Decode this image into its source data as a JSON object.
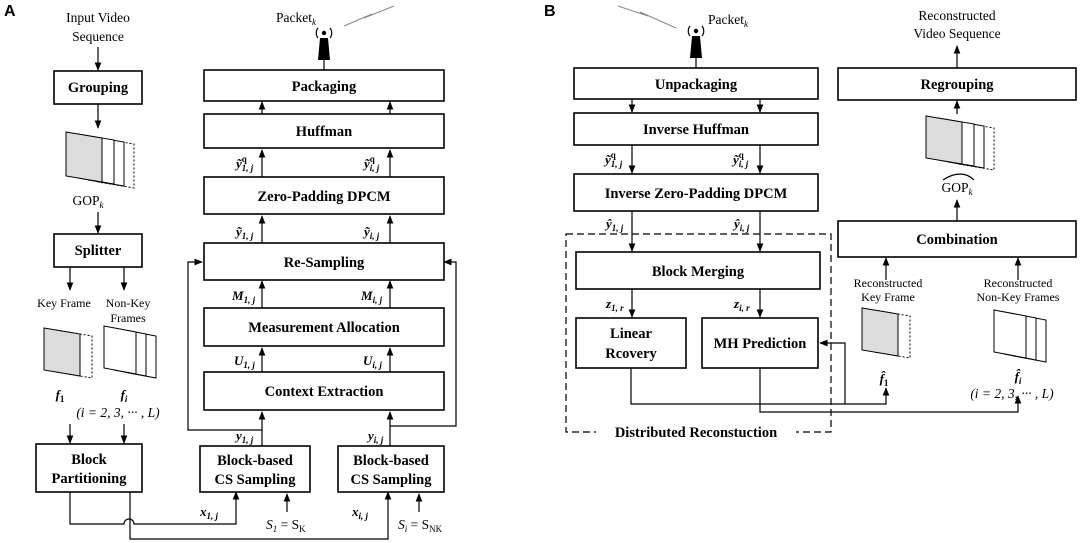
{
  "panel_a": {
    "label": "A",
    "input": [
      "Input Video",
      "Sequence"
    ],
    "grouping": "Grouping",
    "gop": "GOP",
    "gop_sub": "k",
    "splitter": "Splitter",
    "key_frame": "Key Frame",
    "nonkey_frames": [
      "Non-Key",
      "Frames"
    ],
    "f1": "f",
    "f1_sub": "1",
    "fi": "f",
    "fi_sub": "i",
    "index_range": "(i = 2, 3, ··· , L)",
    "block_partitioning": [
      "Block",
      "Partitioning"
    ],
    "cs_sampling_1": [
      "Block-based",
      "CS Sampling"
    ],
    "cs_sampling_i": [
      "Block-based",
      "CS Sampling"
    ],
    "x1": "x",
    "x1_sub": "1, j",
    "xi": "x",
    "xi_sub": "i, j",
    "s1": "S",
    "s1_sub": "1",
    "s1_eq": " = S",
    "s1_eq_sub": "K",
    "si": "S",
    "si_sub": "i",
    "si_eq": " = S",
    "si_eq_sub": "NK",
    "y1": "y",
    "y1_sub": "1, j",
    "yi": "y",
    "yi_sub": "i, j",
    "context_extraction": "Context Extraction",
    "u1": "U",
    "u1_sub": "1, j",
    "ui": "U",
    "ui_sub": "i, j",
    "measurement_allocation": "Measurement Allocation",
    "m1": "M",
    "m1_sub": "1, j",
    "mi": "M",
    "mi_sub": "i, j",
    "resampling": "Re-Sampling",
    "yt1": "ỹ",
    "yt1_sub": "1, j",
    "yti": "ỹ",
    "yti_sub": "i, j",
    "zero_padding_dpcm": "Zero-Padding DPCM",
    "ytq1": "ỹ",
    "ytq1_sup": "q",
    "ytq1_sub": "1, j",
    "ytqi": "ỹ",
    "ytqi_sup": "q",
    "ytqi_sub": "i, j",
    "huffman": "Huffman",
    "packaging": "Packaging",
    "packet": "Packet",
    "packet_sub": "k"
  },
  "panel_b": {
    "label": "B",
    "packet": "Packet",
    "packet_sub": "k",
    "unpackaging": "Unpackaging",
    "inverse_huffman": "Inverse Huffman",
    "ytq1": "ỹ",
    "ytq1_sup": "q",
    "ytq1_sub": "1, j",
    "ytqi": "ỹ",
    "ytqi_sup": "q",
    "ytqi_sub": "i, j",
    "inverse_zero_padding_dpcm": "Inverse Zero-Padding DPCM",
    "yh1": "ŷ",
    "yh1_sub": "1, j",
    "yhi": "ŷ",
    "yhi_sub": "i, j",
    "block_merging": "Block Merging",
    "z1": "z",
    "z1_sub": "1, r",
    "zi": "z",
    "zi_sub": "i, r",
    "linear_recovery": [
      "Linear",
      "Rcovery"
    ],
    "mh_prediction": "MH Prediction",
    "distributed_reconstruction": "Distributed Reconstuction",
    "reconstructed_key_frame": [
      "Reconstructed",
      "Key Frame"
    ],
    "reconstructed_nonkey_frames": [
      "Reconstructed",
      "Non-Key Frames"
    ],
    "fh1": "f̂",
    "fh1_sub": "1",
    "fhi": "f̂",
    "fhi_sub": "i",
    "index_range": "(i = 2, 3, ··· , L)",
    "combination": "Combination",
    "gop_hat": "GOP",
    "gop_hat_sub": "k",
    "regrouping": "Regrouping",
    "output": [
      "Reconstructed",
      "Video Sequence"
    ]
  }
}
